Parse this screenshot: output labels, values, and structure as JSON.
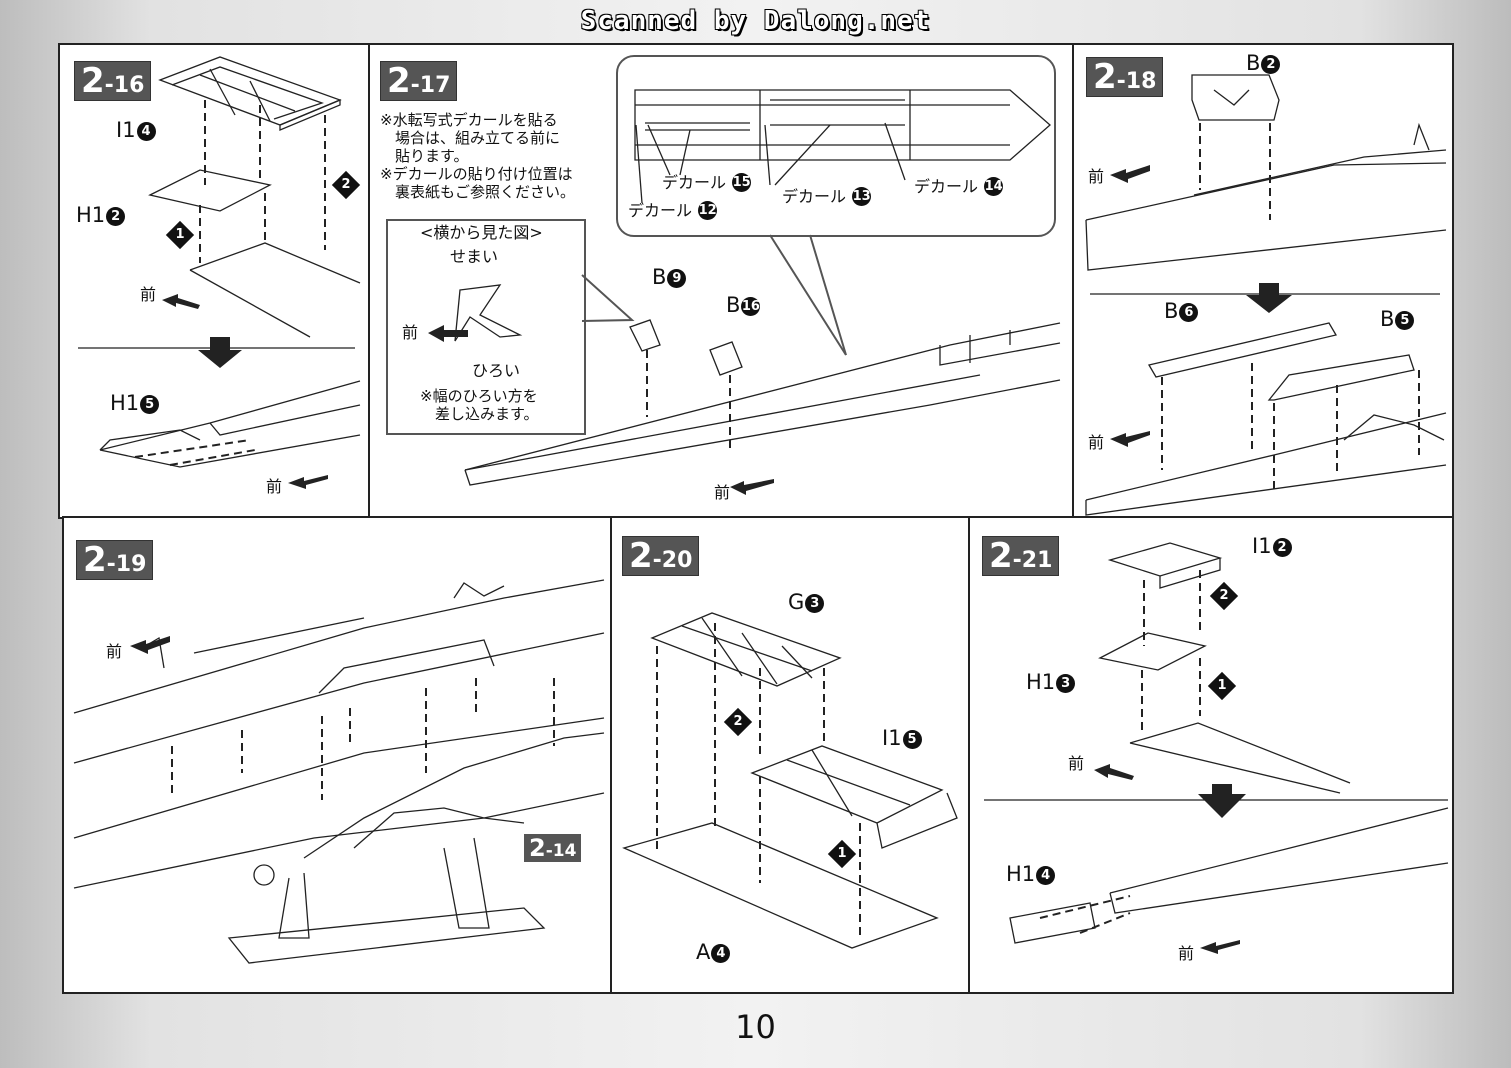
{
  "watermark": "Scanned by Dalong.net",
  "page_number": "10",
  "front_label": "前",
  "steps": {
    "s16": {
      "major": "2",
      "minor": "-16",
      "parts": {
        "a": "I1",
        "a_n": "4",
        "b": "H1",
        "b_n": "2",
        "c": "H1",
        "c_n": "5"
      },
      "seq": [
        "1",
        "2"
      ]
    },
    "s17": {
      "major": "2",
      "minor": "-17",
      "note": "※水転写式デカールを貼る\n　場合は、組み立てる前に\n　貼ります。\n※デカールの貼り付け位置は\n　裏表紙もご参照ください。",
      "side_view_title": "<横から見た図>",
      "narrow": "せまい",
      "wide": "ひろい",
      "insert_note": "※幅のひろい方を\n　差し込みます。",
      "decals": {
        "d15": "デカール",
        "d15_n": "15",
        "d12": "デカール",
        "d12_n": "12",
        "d13": "デカール",
        "d13_n": "13",
        "d14": "デカール",
        "d14_n": "14"
      },
      "parts": {
        "a": "B",
        "a_n": "9",
        "b": "B",
        "b_n": "16"
      }
    },
    "s18": {
      "major": "2",
      "minor": "-18",
      "parts": {
        "a": "B",
        "a_n": "2",
        "b": "B",
        "b_n": "6",
        "c": "B",
        "c_n": "5"
      }
    },
    "s19": {
      "major": "2",
      "minor": "-19",
      "ref_major": "2",
      "ref_minor": "-14"
    },
    "s20": {
      "major": "2",
      "minor": "-20",
      "parts": {
        "a": "G",
        "a_n": "3",
        "b": "I1",
        "b_n": "5",
        "c": "A",
        "c_n": "4"
      },
      "seq": [
        "1",
        "2"
      ]
    },
    "s21": {
      "major": "2",
      "minor": "-21",
      "parts": {
        "a": "I1",
        "a_n": "2",
        "b": "H1",
        "b_n": "3",
        "c": "H1",
        "c_n": "4"
      },
      "seq": [
        "1",
        "2"
      ]
    }
  }
}
